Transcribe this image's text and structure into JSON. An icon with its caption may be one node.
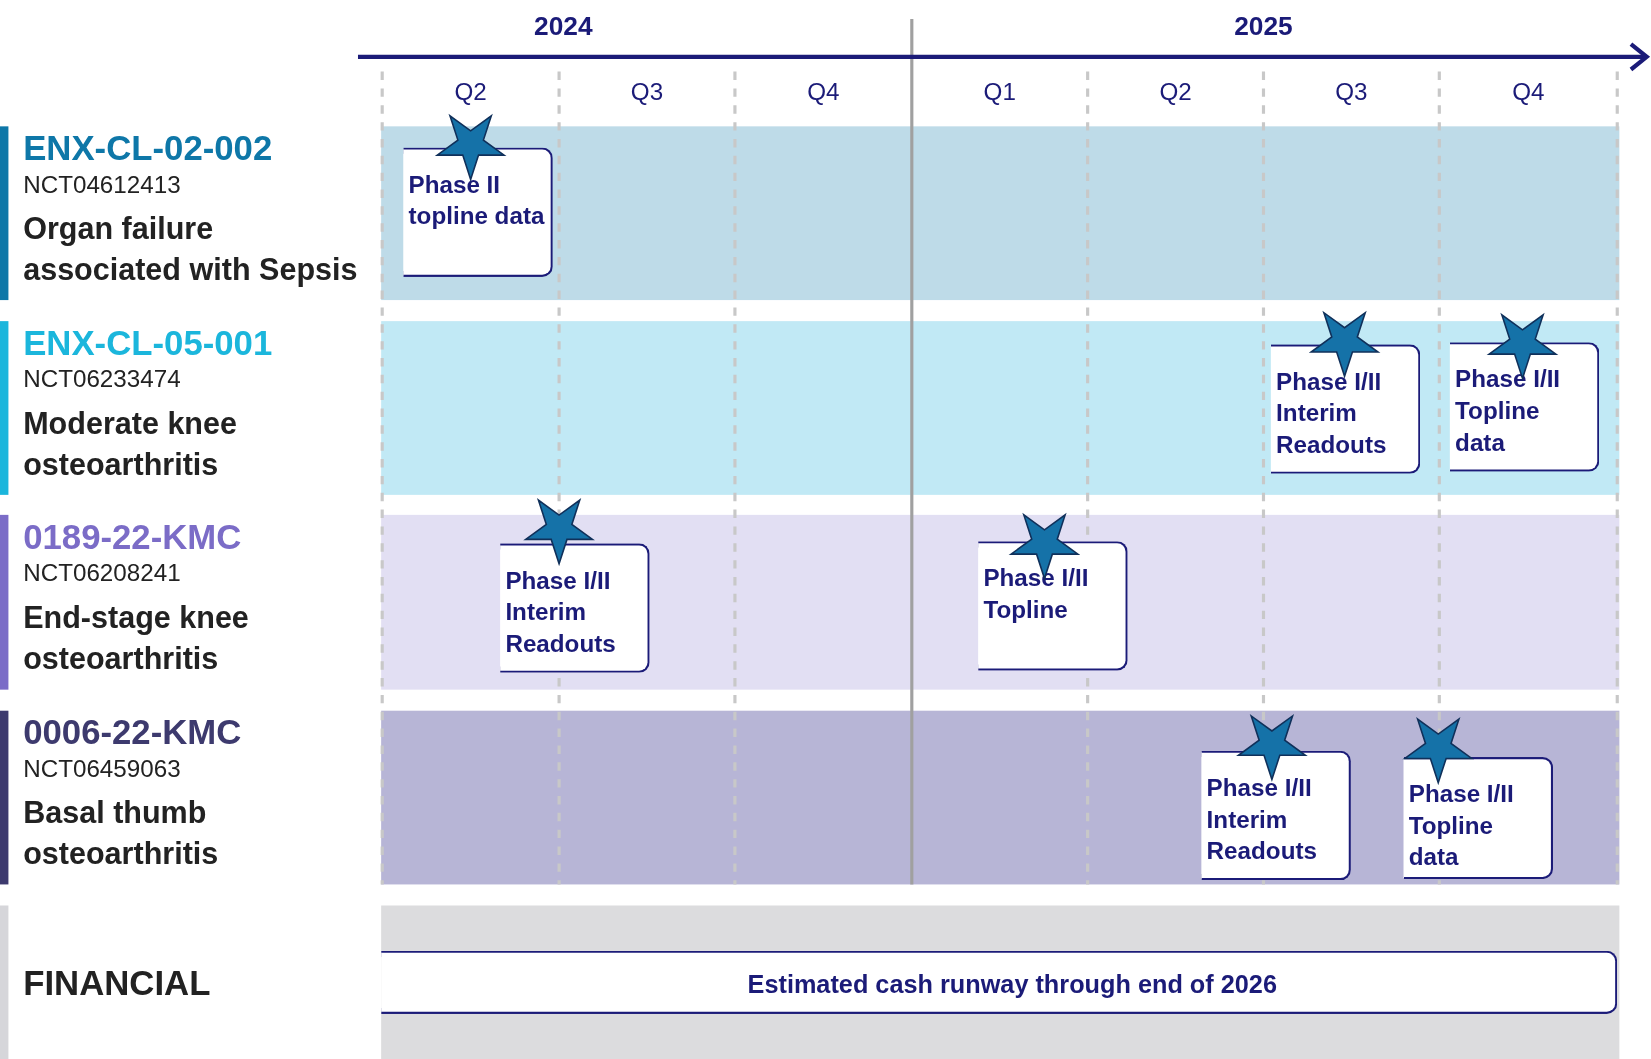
{
  "diagram": {
    "nodes": [
      {
        "text": [
          "ENX-CL-02-002",
          "NCT04612413",
          "Organ failure associated with Sepsis"
        ]
      },
      {
        "text": [
          "Phase II topline data"
        ]
      },
      {
        "text": [
          "ENX-CL-05-001",
          "NCT06233474",
          "Moderate knee osteoarthritis"
        ]
      },
      {
        "text": [
          "Phase I/II Interim Readouts"
        ]
      },
      {
        "text": [
          "Phase I/II Topline data"
        ]
      },
      {
        "text": [
          "0189-22-KMC",
          "NCT06208241",
          "End-stage knee osteoarthritis"
        ]
      },
      {
        "text": [
          "Phase I/II Interim Readouts"
        ]
      },
      {
        "text": [
          "Phase I/II Topline"
        ]
      },
      {
        "text": [
          "0006-22-KMC",
          "NCT06459063",
          "Basal thumb osteoarthritis"
        ]
      },
      {
        "text": [
          "Phase I/II Interim Readouts"
        ]
      },
      {
        "text": [
          "Phase I/II Topline data"
        ]
      },
      {
        "text": [
          "FINANCIAL"
        ]
      },
      {
        "text": [
          "Estimated cash runway through end of 2026"
        ]
      }
    ],
    "labels": [
      "2024",
      "2025",
      "Q2",
      "Q3",
      "Q4",
      "Q1",
      "Q2",
      "Q3",
      "Q4"
    ]
  }
}
